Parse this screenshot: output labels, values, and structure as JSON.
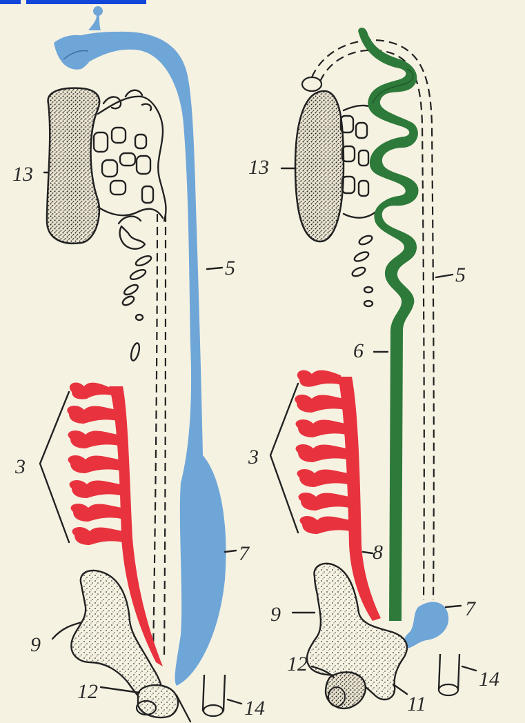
{
  "colors": {
    "background": "#f6f2e2",
    "blue_duct": "#6fa6d8",
    "red_duct": "#e8333f",
    "green_duct": "#2e7a3a",
    "ink": "#222222",
    "top_bar": "#1146d8"
  },
  "left_diagram": {
    "labels": {
      "gonad": "13",
      "paramesonephric_duct": "5",
      "mesonephric_tubules": "3",
      "dilated_duct": "7",
      "bladder": "9",
      "urogenital_sinus": "12",
      "cloaca_opening": "14"
    }
  },
  "right_diagram": {
    "labels": {
      "gonad": "13",
      "paramesonephric_duct": "5",
      "mesonephric_duct": "6",
      "mesonephric_tubules": "3",
      "ureter": "8",
      "dilated_duct": "7",
      "bladder": "9",
      "urogenital_sinus": "12",
      "sinus_outlet": "11",
      "cloaca_opening": "14"
    }
  }
}
